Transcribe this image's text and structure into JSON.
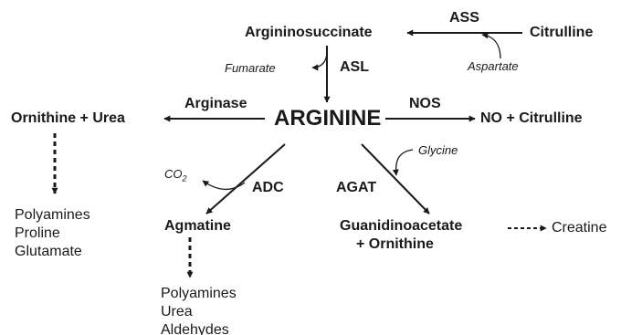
{
  "nodes": {
    "argininosuccinate": "Argininosuccinate",
    "citrulline": "Citrulline",
    "arginine": "ARGININE",
    "ornithine_urea": "Ornithine + Urea",
    "no_citrulline": "NO + Citrulline",
    "agmatine": "Agmatine",
    "guanidinoacetate_line1": "Guanidinoacetate",
    "guanidinoacetate_line2": "+ Ornithine",
    "creatine": "Creatine"
  },
  "enzymes": {
    "ass": "ASS",
    "asl": "ASL",
    "arginase": "Arginase",
    "nos": "NOS",
    "adc": "ADC",
    "agat": "AGAT"
  },
  "cofactors": {
    "aspartate": "Aspartate",
    "fumarate": "Fumarate",
    "co2_main": "CO",
    "co2_sub": "2",
    "glycine": "Glycine"
  },
  "products": {
    "ornithine_products": [
      "Polyamines",
      "Proline",
      "Glutamate"
    ],
    "agmatine_products": [
      "Polyamines",
      "Urea",
      "Aldehydes"
    ]
  },
  "colors": {
    "ink": "#1a1a1a"
  }
}
